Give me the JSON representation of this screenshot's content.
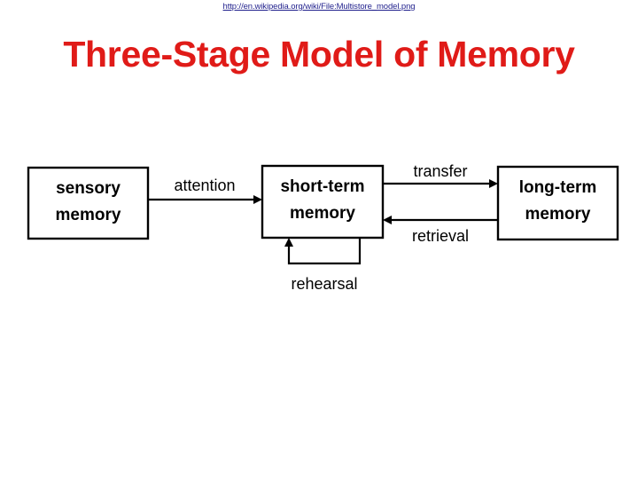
{
  "source": {
    "url": "http://en.wikipedia.org/wiki/File:Multistore_model.png"
  },
  "title": {
    "text": "Three-Stage Model of Memory",
    "color": "#e01b18"
  },
  "diagram": {
    "type": "flow-diagram",
    "stroke_color": "#000000",
    "background": "#ffffff",
    "nodes": [
      {
        "id": "sensory",
        "line1": "sensory",
        "line2": "memory"
      },
      {
        "id": "short-term",
        "line1": "short-term",
        "line2": "memory"
      },
      {
        "id": "long-term",
        "line1": "long-term",
        "line2": "memory"
      }
    ],
    "edges": [
      {
        "id": "attention",
        "label": "attention",
        "from": "sensory",
        "to": "short-term"
      },
      {
        "id": "transfer",
        "label": "transfer",
        "from": "short-term",
        "to": "long-term"
      },
      {
        "id": "retrieval",
        "label": "retrieval",
        "from": "long-term",
        "to": "short-term"
      },
      {
        "id": "rehearsal",
        "label": "rehearsal",
        "from": "short-term",
        "to": "short-term"
      }
    ]
  }
}
